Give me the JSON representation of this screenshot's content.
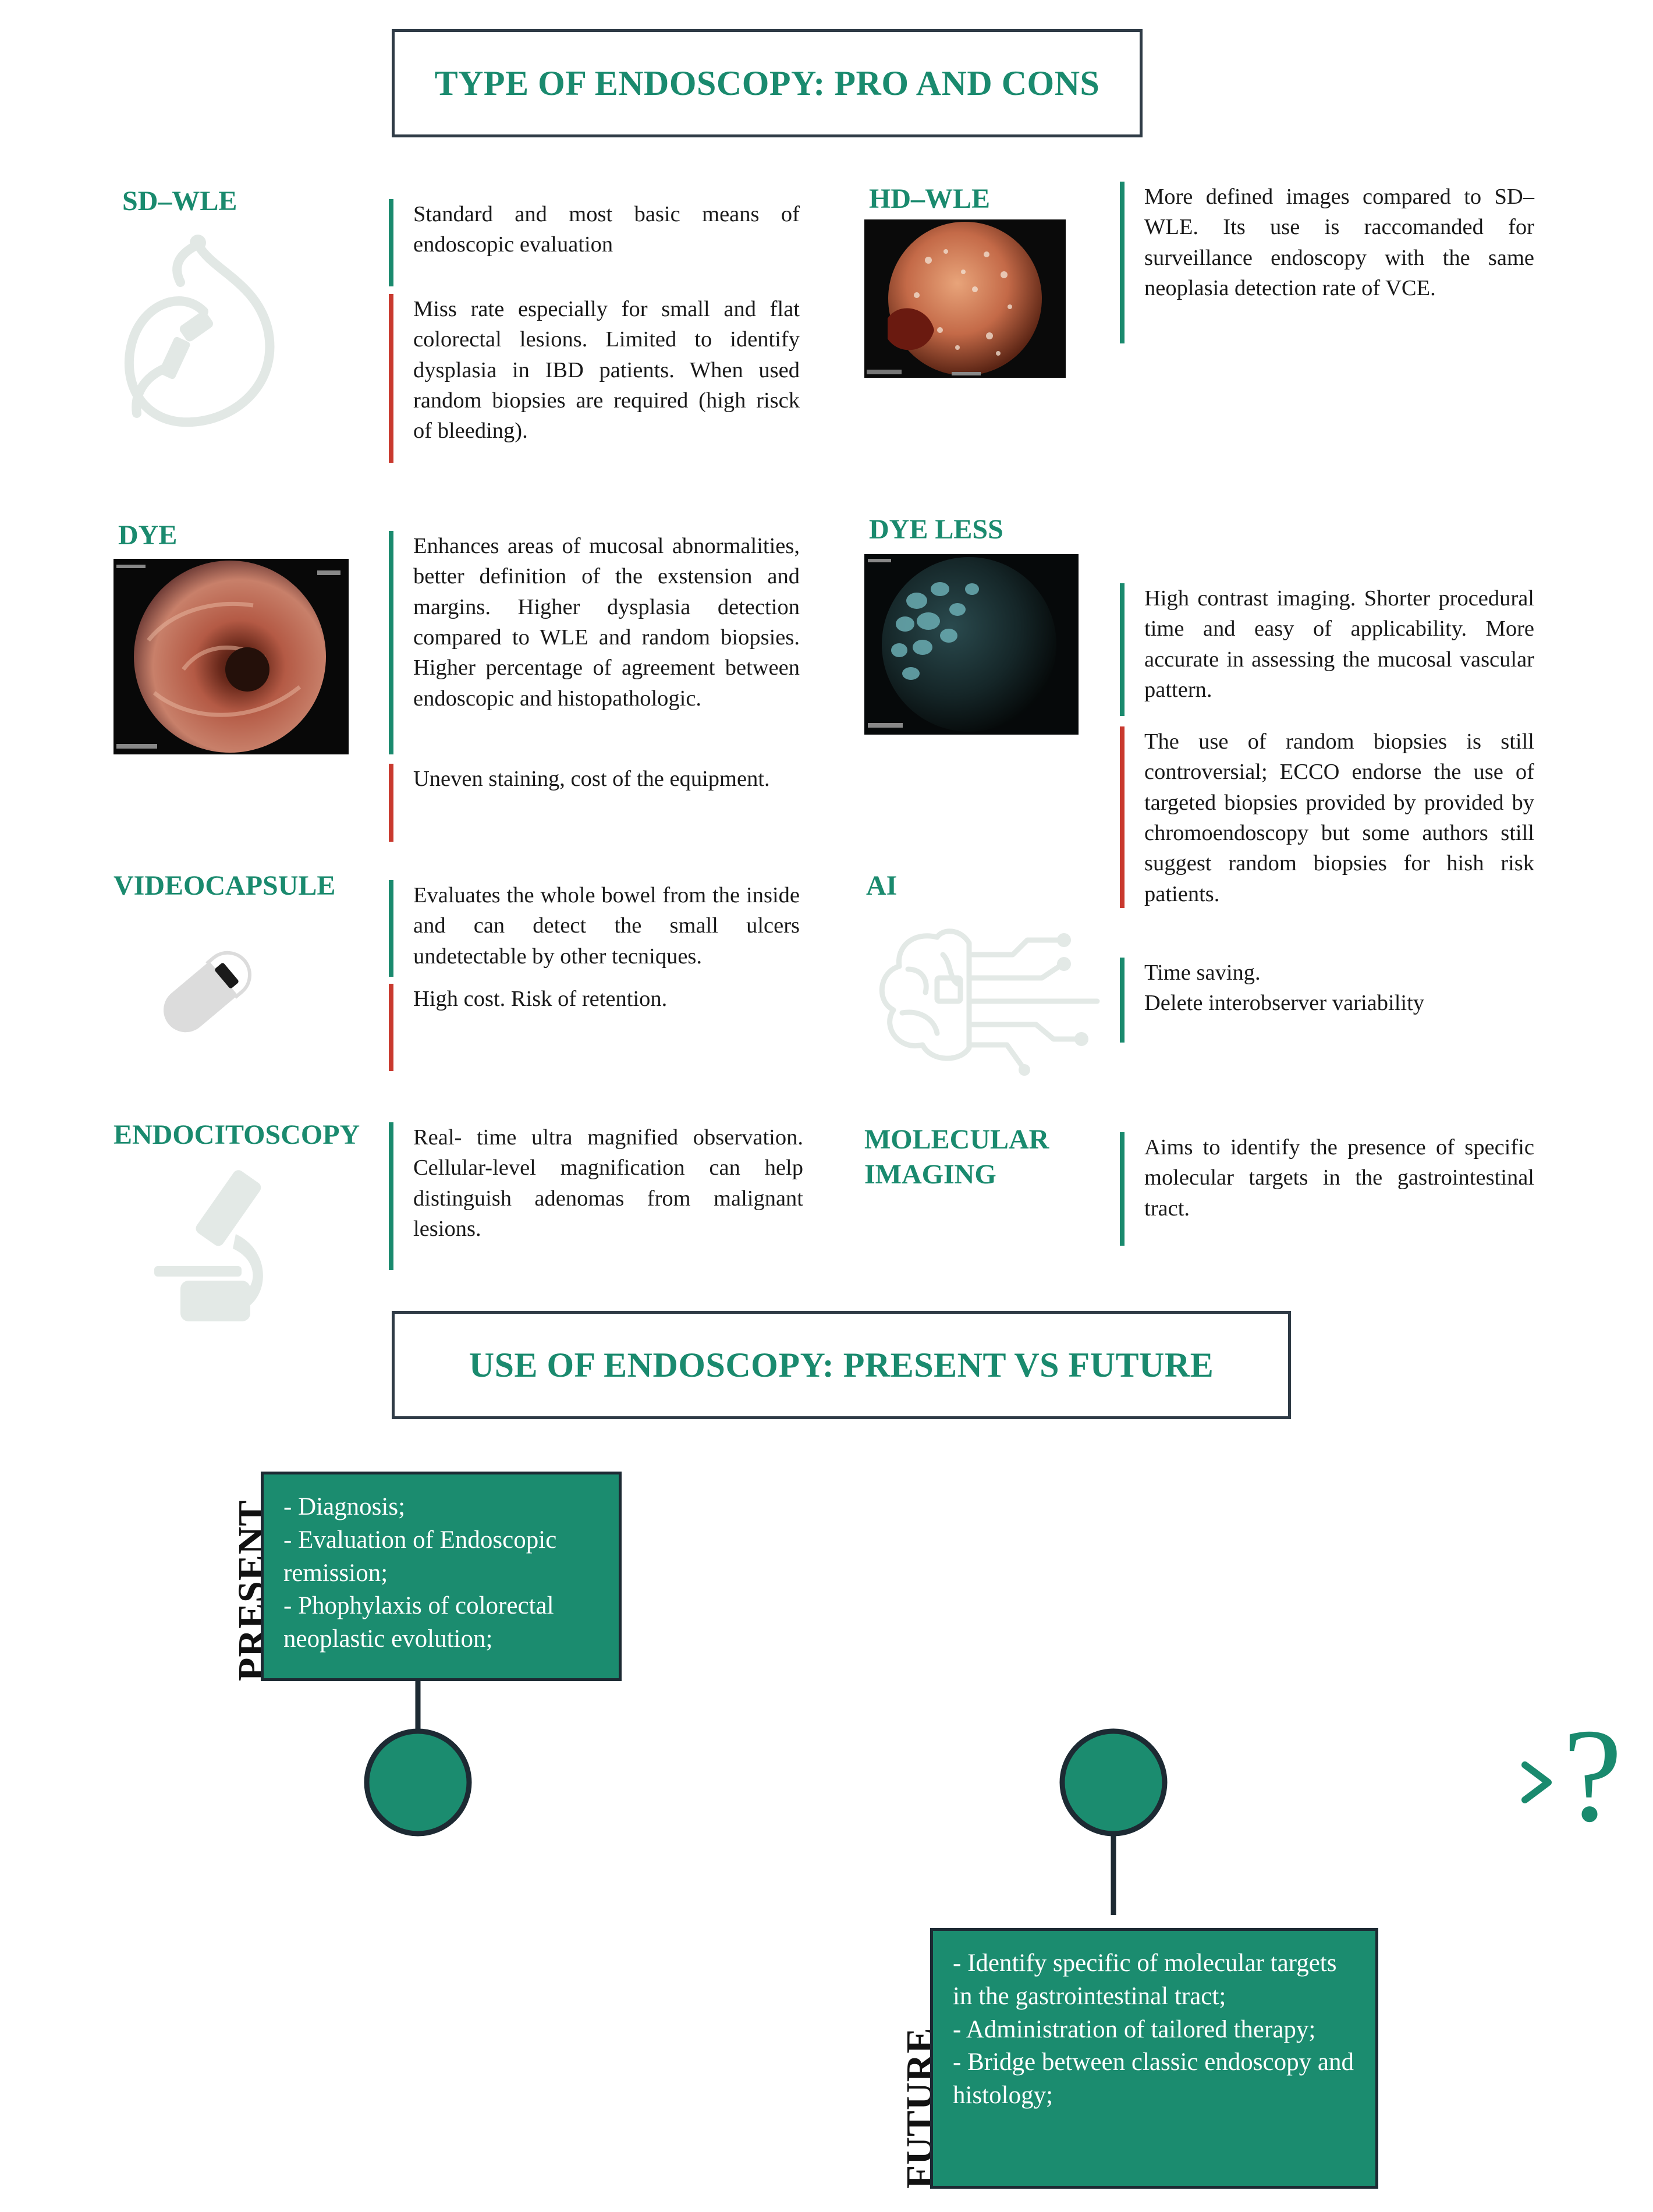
{
  "titles": {
    "type": "TYPE OF ENDOSCOPY: PRO AND CONS",
    "use": "USE OF ENDOSCOPY: PRESENT VS FUTURE"
  },
  "sections": {
    "sd_wle": {
      "label": "SD–WLE",
      "pro": "Standard and most basic means of endoscopic evaluation",
      "con": "Miss rate especially for small and flat colorectal lesions. Limited to identify dysplasia in IBD patients. When used random biopsies are required (high risck of bleeding)."
    },
    "hd_wle": {
      "label": "HD–WLE",
      "pro": "More defined images compared to SD–WLE. Its use is raccomanded for surveillance endoscopy with the same neoplasia detection rate of VCE."
    },
    "dye": {
      "label": "DYE",
      "pro": "Enhances areas of mucosal abnormalities, better definition of the exstension and margins. Higher dysplasia detection compared to WLE and random biopsies. Higher percentage of agreement between endoscopic and histopathologic.",
      "con": "Uneven staining, cost of the equipment."
    },
    "dye_less": {
      "label": "DYE LESS",
      "pro": "High contrast imaging. Shorter proce­dural time and easy of applicability. More accurate in assessing the muco­sal vascular pattern.",
      "con": "The use of random biopsies is still controversial; ECCO endorse the use of targeted biopsies provided by provided by chromoendoscopy but some authors still suggest random biopsies for hish risk patients."
    },
    "videocapsule": {
      "label": "VIDEOCAPSULE",
      "pro": "Evaluates the whole bowel from the inside and can detect the small ulcers undetectable by other tecniques.",
      "con": "High cost. Risk of retention."
    },
    "ai": {
      "label": "AI",
      "pro_lines": [
        "Time saving.",
        "Delete interobserver variability"
      ]
    },
    "endocitoscopy": {
      "label": "ENDOCITOSCOPY",
      "pro": "Real- time ultra magnified observa­tion. Cellular-level magnification can help distinguish adenomas from malignant lesions."
    },
    "molecular": {
      "label_lines": [
        "MOLECULAR",
        "IMAGING"
      ],
      "pro": "Aims to identify the presence of specific molecular targets in the gastrointestinal tract."
    }
  },
  "timeline": {
    "present_label": "PRESENT",
    "present_items": [
      "- Diagnosis;",
      "- Evaluation of Endoscopic remission;",
      "- Phophylaxis of colorectal neoplastic evolution;"
    ],
    "future_label": "FUTURE",
    "future_items": [
      "- Identify specific of molecular targets in the gastrointestinal tract;",
      "- Administration of tailored therapy;",
      "- Bridge between classic endo­scopy and histology;"
    ],
    "end_symbol": "?"
  },
  "icons": {
    "sd_wle": "endoscope-icon",
    "videocapsule": "capsule-icon",
    "ai": "brain-circuit-icon",
    "endocitoscopy": "microscope-icon"
  },
  "colors": {
    "accent": "#1a8a6e",
    "con": "#c9392e",
    "line": "#1d2a33",
    "icon": "#e3e9e6"
  }
}
